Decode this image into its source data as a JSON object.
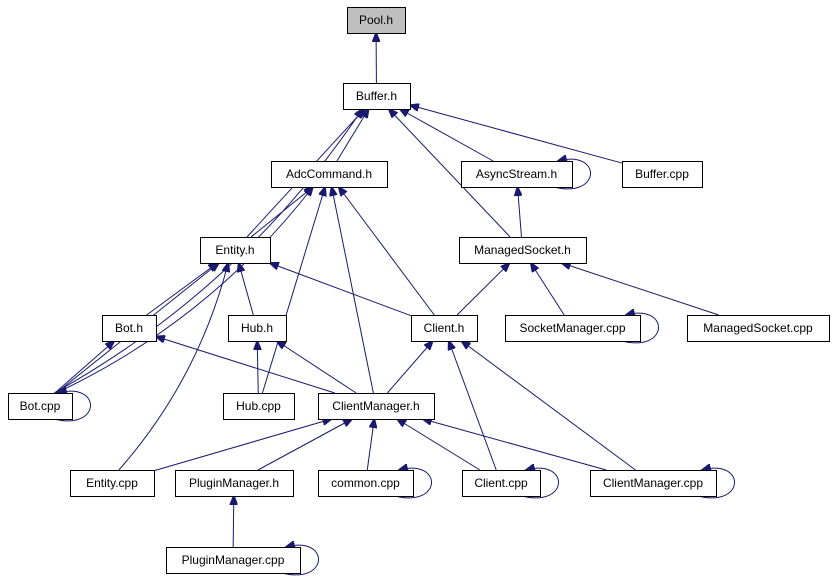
{
  "graph": {
    "title": "",
    "colors": {
      "edge": "#191970",
      "root_fill": "#bfbfbf",
      "node_fill": "#ffffff",
      "border": "#000000"
    },
    "nodes": [
      {
        "id": "pool_h",
        "label": "Pool.h",
        "root": true
      },
      {
        "id": "buffer_h",
        "label": "Buffer.h"
      },
      {
        "id": "adccommand_h",
        "label": "AdcCommand.h"
      },
      {
        "id": "asyncstream_h",
        "label": "AsyncStream.h"
      },
      {
        "id": "buffer_cpp",
        "label": "Buffer.cpp"
      },
      {
        "id": "entity_h",
        "label": "Entity.h"
      },
      {
        "id": "managedsocket_h",
        "label": "ManagedSocket.h"
      },
      {
        "id": "bot_h",
        "label": "Bot.h"
      },
      {
        "id": "hub_h",
        "label": "Hub.h"
      },
      {
        "id": "client_h",
        "label": "Client.h"
      },
      {
        "id": "socketmanager_cpp",
        "label": "SocketManager.cpp"
      },
      {
        "id": "managedsocket_cpp",
        "label": "ManagedSocket.cpp"
      },
      {
        "id": "bot_cpp",
        "label": "Bot.cpp"
      },
      {
        "id": "hub_cpp",
        "label": "Hub.cpp"
      },
      {
        "id": "clientmanager_h",
        "label": "ClientManager.h"
      },
      {
        "id": "entity_cpp",
        "label": "Entity.cpp"
      },
      {
        "id": "pluginmanager_h",
        "label": "PluginManager.h"
      },
      {
        "id": "common_cpp",
        "label": "common.cpp"
      },
      {
        "id": "client_cpp",
        "label": "Client.cpp"
      },
      {
        "id": "clientmanager_cpp",
        "label": "ClientManager.cpp"
      },
      {
        "id": "pluginmanager_cpp",
        "label": "PluginManager.cpp"
      }
    ],
    "edges": [
      {
        "from": "buffer_h",
        "to": "pool_h"
      },
      {
        "from": "adccommand_h",
        "to": "buffer_h"
      },
      {
        "from": "asyncstream_h",
        "to": "buffer_h"
      },
      {
        "from": "buffer_cpp",
        "to": "buffer_h"
      },
      {
        "from": "entity_h",
        "to": "buffer_h"
      },
      {
        "from": "managedsocket_h",
        "to": "buffer_h"
      },
      {
        "from": "bot_cpp",
        "to": "buffer_h"
      },
      {
        "from": "entity_h",
        "to": "adccommand_h"
      },
      {
        "from": "bot_cpp",
        "to": "adccommand_h"
      },
      {
        "from": "hub_cpp",
        "to": "adccommand_h"
      },
      {
        "from": "clientmanager_h",
        "to": "adccommand_h"
      },
      {
        "from": "client_h",
        "to": "adccommand_h"
      },
      {
        "from": "asyncstream_h",
        "to": "asyncstream_h"
      },
      {
        "from": "managedsocket_h",
        "to": "asyncstream_h"
      },
      {
        "from": "bot_h",
        "to": "entity_h"
      },
      {
        "from": "hub_h",
        "to": "entity_h"
      },
      {
        "from": "client_h",
        "to": "entity_h"
      },
      {
        "from": "bot_cpp",
        "to": "entity_h"
      },
      {
        "from": "entity_cpp",
        "to": "entity_h"
      },
      {
        "from": "client_h",
        "to": "managedsocket_h"
      },
      {
        "from": "socketmanager_cpp",
        "to": "managedsocket_h"
      },
      {
        "from": "managedsocket_cpp",
        "to": "managedsocket_h"
      },
      {
        "from": "bot_cpp",
        "to": "bot_h"
      },
      {
        "from": "clientmanager_h",
        "to": "bot_h"
      },
      {
        "from": "hub_cpp",
        "to": "hub_h"
      },
      {
        "from": "clientmanager_h",
        "to": "hub_h"
      },
      {
        "from": "clientmanager_h",
        "to": "client_h"
      },
      {
        "from": "client_cpp",
        "to": "client_h"
      },
      {
        "from": "clientmanager_cpp",
        "to": "client_h"
      },
      {
        "from": "socketmanager_cpp",
        "to": "socketmanager_cpp"
      },
      {
        "from": "bot_cpp",
        "to": "bot_cpp"
      },
      {
        "from": "entity_cpp",
        "to": "clientmanager_h"
      },
      {
        "from": "pluginmanager_h",
        "to": "clientmanager_h"
      },
      {
        "from": "common_cpp",
        "to": "clientmanager_h"
      },
      {
        "from": "client_cpp",
        "to": "clientmanager_h"
      },
      {
        "from": "clientmanager_cpp",
        "to": "clientmanager_h"
      },
      {
        "from": "pluginmanager_cpp",
        "to": "pluginmanager_h"
      },
      {
        "from": "common_cpp",
        "to": "common_cpp"
      },
      {
        "from": "client_cpp",
        "to": "client_cpp"
      },
      {
        "from": "clientmanager_cpp",
        "to": "clientmanager_cpp"
      },
      {
        "from": "pluginmanager_cpp",
        "to": "pluginmanager_cpp"
      }
    ]
  }
}
